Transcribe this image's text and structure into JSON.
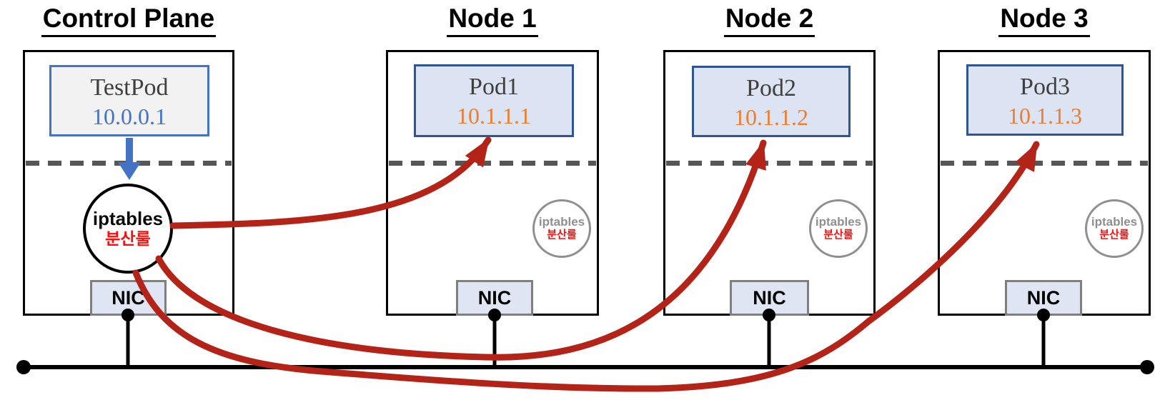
{
  "nodes": [
    {
      "title": "Control Plane",
      "pod": {
        "name": "TestPod",
        "ip": "10.0.0.1"
      },
      "iptables": {
        "line1": "iptables",
        "line2": "분산룰"
      },
      "nic_label": "NIC"
    },
    {
      "title": "Node 1",
      "pod": {
        "name": "Pod1",
        "ip": "10.1.1.1"
      },
      "iptables": {
        "line1": "iptables",
        "line2": "분산룰"
      },
      "nic_label": "NIC"
    },
    {
      "title": "Node 2",
      "pod": {
        "name": "Pod2",
        "ip": "10.1.1.2"
      },
      "iptables": {
        "line1": "iptables",
        "line2": "분산룰"
      },
      "nic_label": "NIC"
    },
    {
      "title": "Node 3",
      "pod": {
        "name": "Pod3",
        "ip": "10.1.1.3"
      },
      "iptables": {
        "line1": "iptables",
        "line2": "분산룰"
      },
      "nic_label": "NIC"
    }
  ],
  "colors": {
    "testpod_box_fill": "#f2f2f2",
    "testpod_box_border": "#4472c4",
    "pod_box_fill": "#dce3f3",
    "pod_box_border": "#2f5597",
    "control_plane_ip": "#4472c4",
    "node_pod_ip": "#ed7d31",
    "traffic_arrow_red": "#b42318",
    "distribution_rule_red": "#fa0f0f",
    "blue_arrow": "#4472c4",
    "dashed_separator": "#565656",
    "nic_fill": "#dfe5f3",
    "nic_border": "#7f7f7f",
    "ghost_circle_gray": "#8f8f8f",
    "bus_black": "#000000"
  }
}
